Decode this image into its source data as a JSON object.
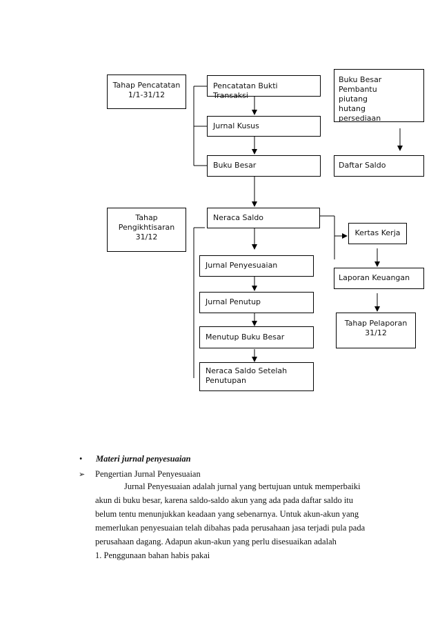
{
  "flowchart": {
    "stage_recording": {
      "line1": "Tahap Pencatatan",
      "line2": "1/1-31/12"
    },
    "transaction_evidence": "Pencatatan Bukti Transaksi",
    "special_journal": "Jurnal Kusus",
    "general_ledger": "Buku Besar",
    "subsidiary_ledger": {
      "title": "Buku Besar Pembantu",
      "items": [
        "piutang",
        "hutang",
        "persediaan"
      ]
    },
    "balance_list": "Daftar Saldo",
    "stage_summary": {
      "line1": "Tahap",
      "line2": "Pengikhtisaran",
      "line3": "31/12"
    },
    "trial_balance": "Neraca Saldo",
    "worksheet": "Kertas Kerja",
    "adjusting_journal": "Jurnal Penyesuaian",
    "financial_report": "Laporan Keuangan",
    "closing_journal": "Jurnal Penutup",
    "stage_reporting": {
      "line1": "Tahap Pelaporan",
      "line2": "31/12"
    },
    "close_ledger": "Menutup Buku Besar",
    "post_closing": {
      "line1": "Neraca Saldo Setelah",
      "line2": "Penutupan"
    }
  },
  "content": {
    "bullet_heading": "Materi jurnal penyesuaian",
    "bullet_symbol": "•",
    "sub_symbol": "➢",
    "sub_heading": "Pengertian Jurnal Penyesuaian",
    "paragraph_lines": [
      "Jurnal Penyesuaian adalah jurnal yang bertujuan untuk memperbaiki",
      "akun di buku besar, karena saldo-saldo akun yang ada pada daftar saldo itu",
      "belum tentu menunjukkan keadaan yang sebenarnya. Untuk akun-akun yang",
      "memerlukan penyesuaian telah dibahas pada perusahaan jasa terjadi pula pada",
      "perusahaan dagang. Adapun akun-akun yang perlu disesuaikan adalah"
    ],
    "list_item_1": "1.  Penggunaan bahan habis pakai"
  }
}
